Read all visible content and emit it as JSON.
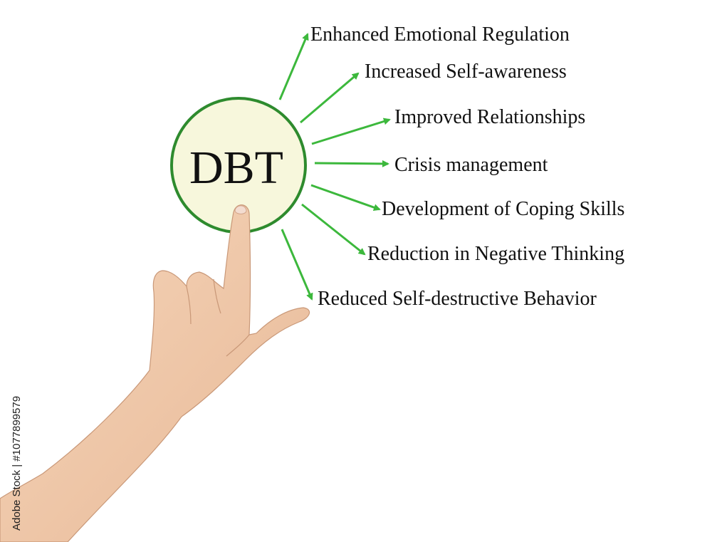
{
  "center": {
    "label": "DBT",
    "border_color": "#2e8b2e",
    "fill_color": "#f7f7dc"
  },
  "arrow_color": "#3cb83c",
  "benefits": [
    {
      "label": "Enhanced Emotional Regulation"
    },
    {
      "label": "Increased Self-awareness"
    },
    {
      "label": "Improved Relationships"
    },
    {
      "label": "Crisis management"
    },
    {
      "label": "Development of Coping Skills"
    },
    {
      "label": "Reduction in Negative Thinking"
    },
    {
      "label": "Reduced Self-destructive Behavior"
    }
  ],
  "watermark": {
    "text": "Adobe Stock | #1077899579"
  },
  "hand": {
    "icon": "pointing-hand-icon",
    "skin_color": "#f1c9a8"
  }
}
